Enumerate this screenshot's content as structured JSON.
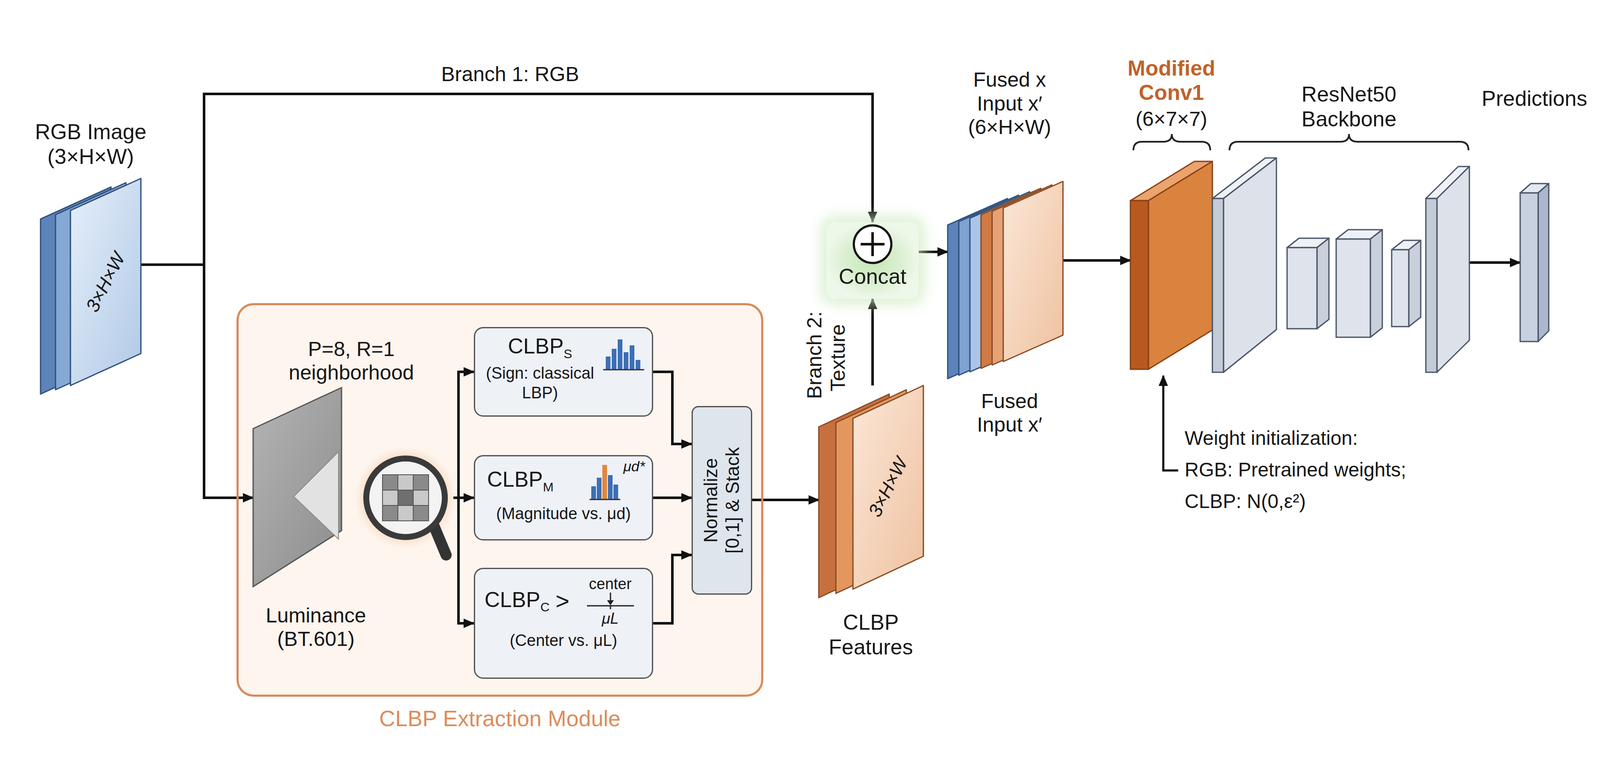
{
  "diagram": {
    "nodes": [
      {
        "text": [
          "RGB Image (3×H×W)",
          "3×H×W"
        ]
      },
      {
        "text": [
          "CLBP Extraction Module"
        ]
      },
      {
        "text": [
          "P=8, R=1 neighborhood",
          "Luminance (BT.601)"
        ],
        "in": 1
      },
      {
        "text": [
          "CLBP",
          "S",
          "(Sign: classical LBP)"
        ],
        "in": 1
      },
      {
        "text": [
          "CLBP",
          "M",
          "μd*",
          "(Magnitude vs. μd)"
        ],
        "in": 1
      },
      {
        "text": [
          "CLBP",
          "C",
          ">",
          "center",
          "μL",
          "(Center vs. μL)"
        ],
        "in": 1
      },
      {
        "text": [
          "Normalize [0,1] & Stack"
        ],
        "in": 1
      },
      {
        "text": [
          "3×H×W",
          "CLBP Features"
        ]
      },
      {
        "text": [
          "Concat"
        ]
      },
      {
        "text": [
          "Fused x Input x′ (6×H×W)",
          "Fused Input x′"
        ]
      },
      {
        "text": [
          "Modified Conv1",
          "(6×7×7)"
        ]
      },
      {
        "text": [
          "ResNet50 Backbone"
        ]
      },
      {
        "text": [
          "Predictions"
        ]
      }
    ],
    "edges": [
      {
        "from": 0,
        "to": 8,
        "arrow": "to",
        "label": "Branch 1: RGB"
      },
      {
        "from": 0,
        "to": 2,
        "arrow": "to"
      },
      {
        "from": 2,
        "to": 3,
        "arrow": "to"
      },
      {
        "from": 2,
        "to": 4,
        "arrow": "to"
      },
      {
        "from": 2,
        "to": 5,
        "arrow": "to"
      },
      {
        "from": 3,
        "to": 6,
        "arrow": "to"
      },
      {
        "from": 4,
        "to": 6,
        "arrow": "to"
      },
      {
        "from": 5,
        "to": 6,
        "arrow": "to"
      },
      {
        "from": 6,
        "to": 7,
        "arrow": "to"
      },
      {
        "from": 7,
        "to": 8,
        "arrow": "to",
        "label": "Branch 2: Texture"
      },
      {
        "from": 8,
        "to": 9,
        "arrow": "to"
      },
      {
        "from": 9,
        "to": 10,
        "arrow": "to"
      },
      {
        "from": 11,
        "to": 12,
        "arrow": "to"
      }
    ],
    "labels": [
      "Weight initialization:",
      "RGB: Pretrained weights;",
      "CLBP: N(0,ε²)"
    ]
  }
}
